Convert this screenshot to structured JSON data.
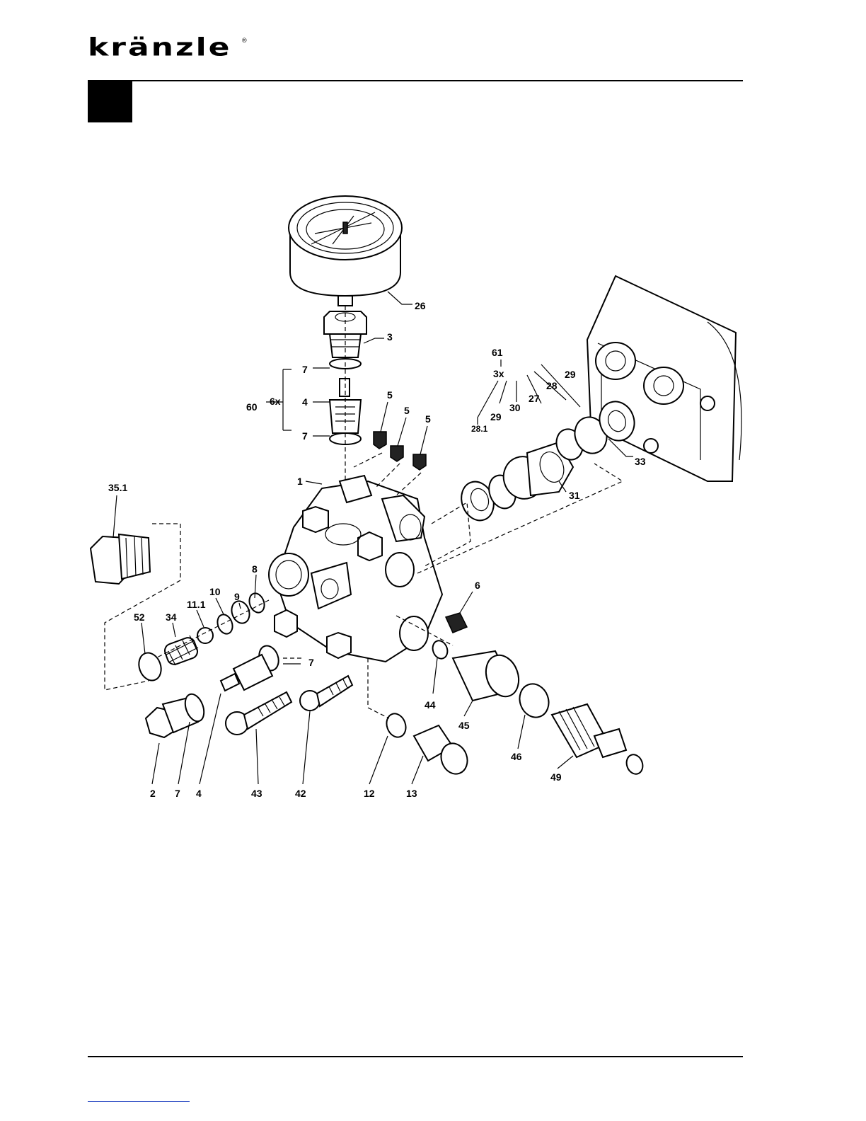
{
  "header": {
    "brand": "kränzle",
    "registered_mark": "®"
  },
  "diagram": {
    "labels": {
      "l26": "26",
      "l3": "3",
      "l61": "61",
      "l3x": "3x",
      "l7a": "7",
      "l6x": "6x",
      "l60": "60",
      "l4a": "4",
      "l7b": "7",
      "l5a": "5",
      "l5b": "5",
      "l5c": "5",
      "l29a": "29",
      "l28": "28",
      "l27": "27",
      "l30": "30",
      "l29b": "29",
      "l28_1": "28.1",
      "l33": "33",
      "l31": "31",
      "l1": "1",
      "l35_1": "35.1",
      "l8": "8",
      "l9": "9",
      "l10": "10",
      "l11_1": "11.1",
      "l52": "52",
      "l34": "34",
      "l6": "6",
      "l7c": "7",
      "l44": "44",
      "l45": "45",
      "l46": "46",
      "l49": "49",
      "l2": "2",
      "l7d": "7",
      "l4b": "4",
      "l43": "43",
      "l42": "42",
      "l12": "12",
      "l13": "13"
    }
  }
}
